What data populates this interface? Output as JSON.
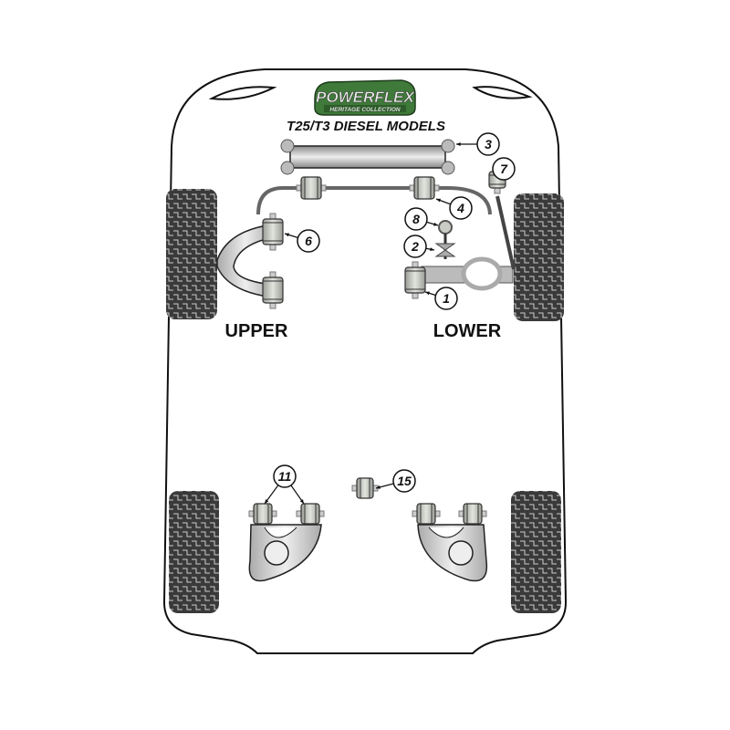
{
  "logo": {
    "brand": "POWERFLEX",
    "sub": "HERITAGE COLLECTION"
  },
  "title": "T25/T3 DIESEL MODELS",
  "labels": {
    "upper": "UPPER",
    "lower": "LOWER"
  },
  "callouts": [
    "3",
    "7",
    "4",
    "8",
    "2",
    "6",
    "1",
    "11",
    "15"
  ],
  "colors": {
    "logo_green": "#3f7a3a",
    "tyre": "#3a3a3a",
    "bush": "#c9ccc5",
    "arm": "#c8c8c8"
  }
}
